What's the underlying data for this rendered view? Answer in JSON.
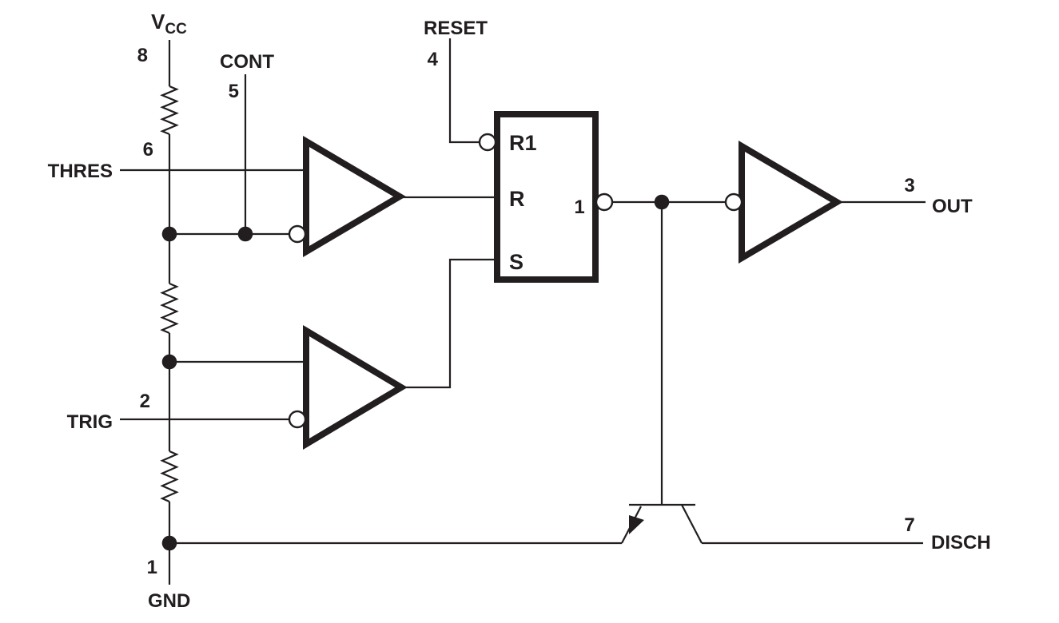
{
  "diagram": {
    "labels": {
      "vcc_main": "V",
      "vcc_sub": "CC",
      "cont": "CONT",
      "thres": "THRES",
      "reset": "RESET",
      "trig": "TRIG",
      "gnd": "GND",
      "out": "OUT",
      "disch": "DISCH"
    },
    "pin_numbers": {
      "vcc": "8",
      "cont": "5",
      "thres": "6",
      "reset": "4",
      "trig": "2",
      "gnd": "1",
      "out": "3",
      "disch": "7"
    },
    "latch": {
      "input_r1": "R1",
      "input_r": "R",
      "input_s": "S",
      "output": "1"
    },
    "colors": {
      "ink": "#221e1f",
      "background": "#ffffff"
    }
  }
}
